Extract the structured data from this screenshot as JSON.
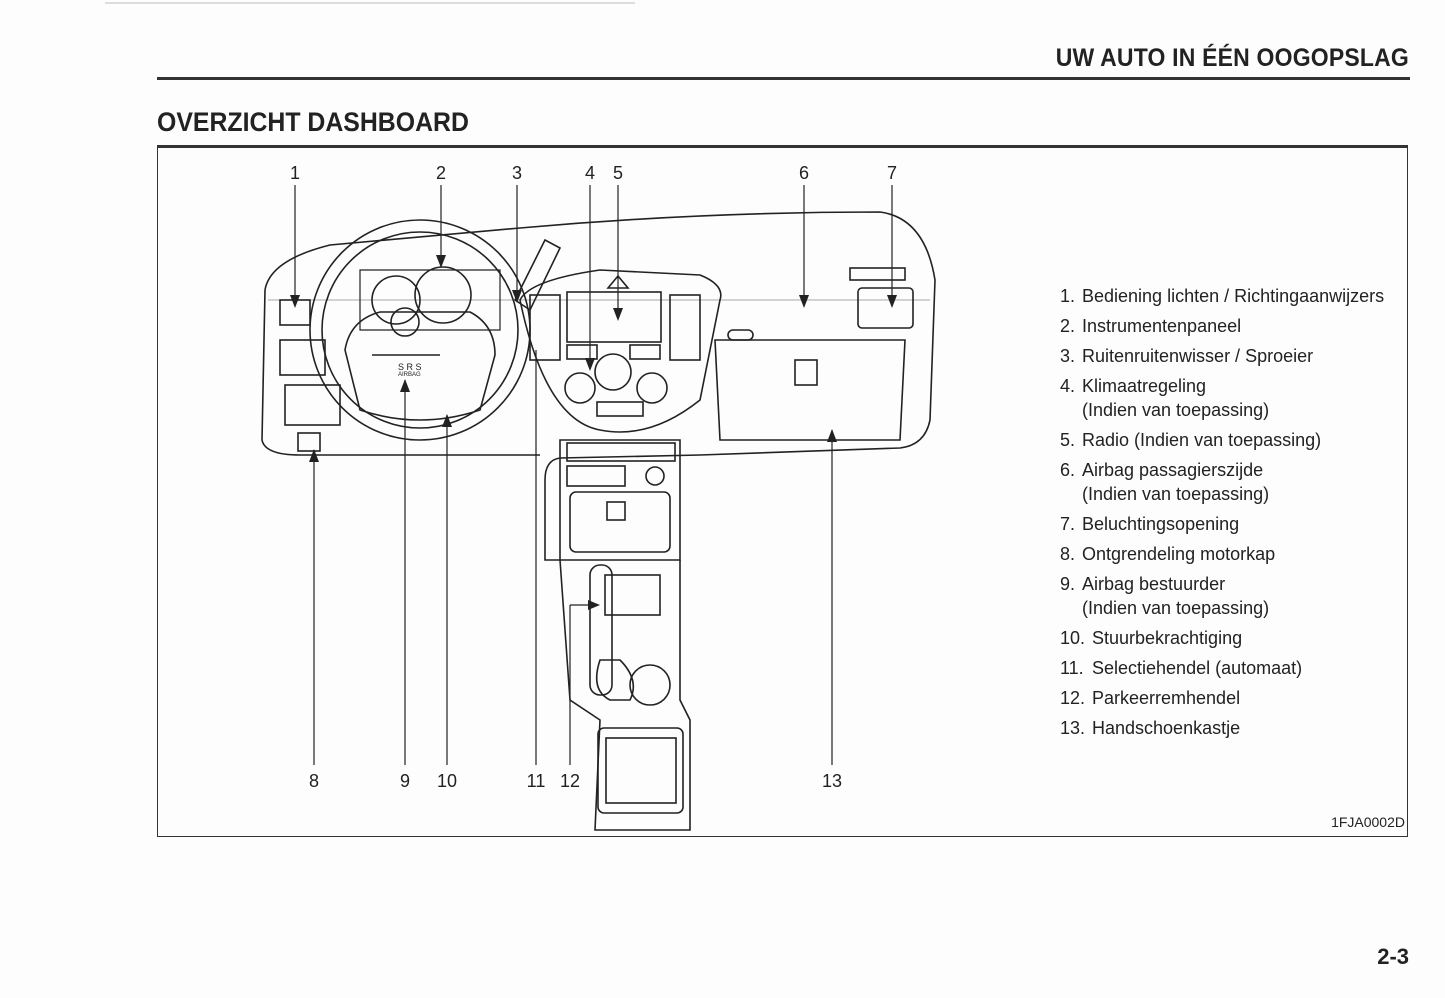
{
  "header": {
    "section_title": "UW AUTO IN ÉÉN OOGOPSLAG",
    "page_title": "OVERZICHT DASHBOARD"
  },
  "figure": {
    "callouts_top": [
      "1",
      "2",
      "3",
      "4",
      "5",
      "6",
      "7"
    ],
    "callouts_bottom": [
      "8",
      "9",
      "10",
      "11",
      "12",
      "13"
    ],
    "code": "1FJA0002D",
    "airbag_label": "S R S",
    "airbag_sub": "AIRBAG"
  },
  "legend": [
    {
      "num": "1.",
      "text": "Bediening lichten / Richtingaanwijzers"
    },
    {
      "num": "2.",
      "text": "Instrumentenpaneel"
    },
    {
      "num": "3.",
      "text": "Ruitenruitenwisser / Sproeier"
    },
    {
      "num": "4.",
      "text": "Klimaatregeling",
      "sub": "(Indien van toepassing)"
    },
    {
      "num": "5.",
      "text": "Radio (Indien van toepassing)"
    },
    {
      "num": "6.",
      "text": "Airbag passagierszijde",
      "sub": "(Indien van toepassing)"
    },
    {
      "num": "7.",
      "text": "Beluchtingsopening"
    },
    {
      "num": "8.",
      "text": "Ontgrendeling motorkap"
    },
    {
      "num": "9.",
      "text": "Airbag bestuurder",
      "sub": "(Indien van toepassing)"
    },
    {
      "num": "10.",
      "text": "Stuurbekrachtiging"
    },
    {
      "num": "11.",
      "text": "Selectiehendel (automaat)"
    },
    {
      "num": "12.",
      "text": "Parkeerremhendel"
    },
    {
      "num": "13.",
      "text": "Handschoenkastje"
    }
  ],
  "footer": {
    "page_number": "2-3"
  }
}
